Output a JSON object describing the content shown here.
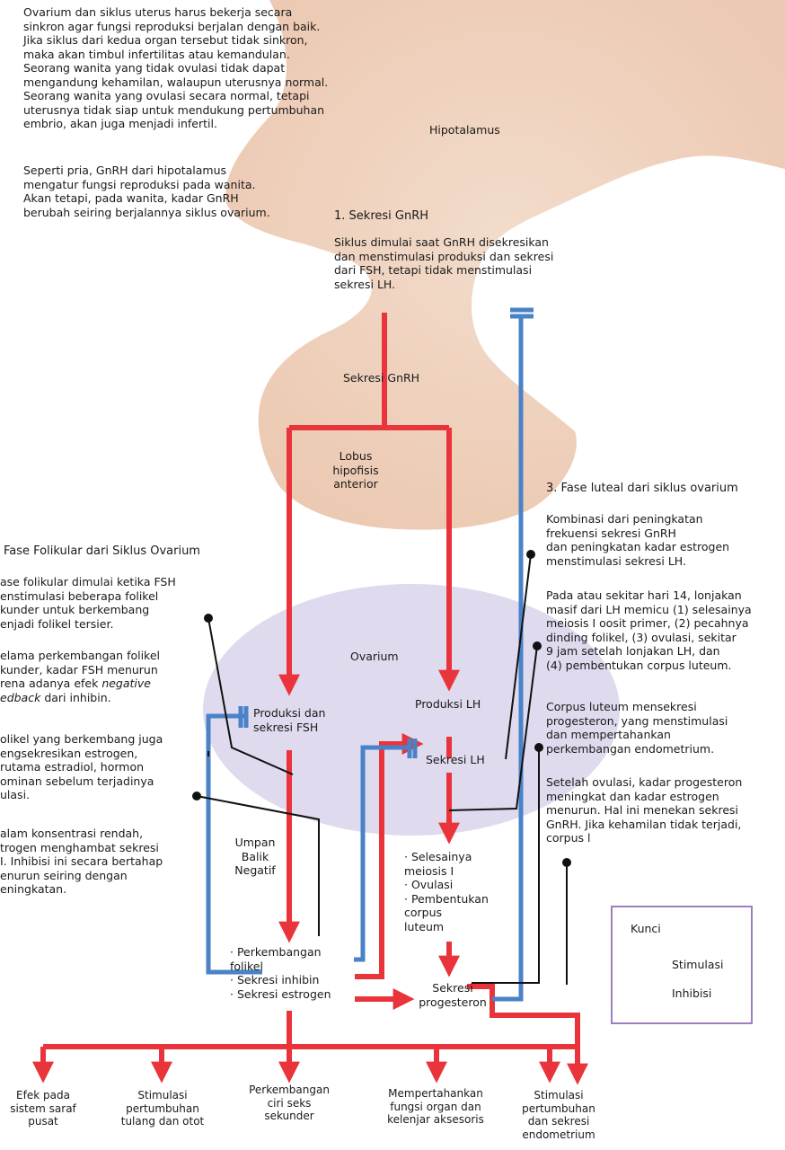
{
  "intro": {
    "paragraph1": "Ovarium dan siklus uterus harus bekerja secara\nsinkron agar fungsi reproduksi berjalan dengan baik.\nJika siklus dari kedua organ tersebut tidak sinkron,\nmaka akan timbul infertilitas atau kemandulan.\nSeorang wanita yang tidak ovulasi tidak dapat\nmengandung kehamilan, walaupun uterusnya normal.\nSeorang wanita yang ovulasi secara normal, tetapi\nuterusnya tidak siap untuk mendukung pertumbuhan\nembrio, akan juga menjadi infertil.",
    "paragraph2": "Seperti pria, GnRH dari hipotalamus\nmengatur fungsi reproduksi pada wanita.\nAkan tetapi, pada wanita, kadar GnRH\nberubah seiring berjalannya siklus ovarium."
  },
  "anatomy": {
    "hypothalamus": "Hipotalamus",
    "pituitary": "Lobus\nhipofisis\nanterior",
    "ovary": "Ovarium"
  },
  "step1": {
    "title": "1. Sekresi GnRH",
    "body": "Siklus dimulai saat GnRH disekresikan\ndan menstimulasi produksi dan sekresi\ndari FSH, tetapi tidak menstimulasi\nsekresi LH."
  },
  "step2": {
    "title": "Fase Folikular dari Siklus Ovarium",
    "p1": "ase folikular dimulai ketika FSH\nenstimulasi beberapa folikel\nkunder untuk berkembang\nenjadi folikel tersier.",
    "p2a": "elama perkembangan folikel\nkunder, kadar FSH menurun\nrena adanya efek ",
    "p2_italic": "negative\nedback",
    "p2b": " dari inhibin.",
    "p3": "olikel yang berkembang juga\nengsekresikan estrogen,\nrutama estradiol, hormon\nominan sebelum terjadinya\nulasi.",
    "p4": "alam konsentrasi rendah,\ntrogen menghambat sekresi\nI. Inhibisi ini secara bertahap\nenurun seiring dengan\neningkatan."
  },
  "step3": {
    "title": "3. Fase luteal dari siklus ovarium",
    "p1": "Kombinasi dari peningkatan\nfrekuensi sekresi GnRH\ndan peningkatan kadar estrogen\nmenstimulasi sekresi LH.",
    "p2": "Pada atau sekitar hari 14, lonjakan\nmasif dari LH memicu (1) selesainya\nmeiosis I oosit primer, (2) pecahnya\ndinding folikel, (3) ovulasi, sekitar\n9 jam setelah lonjakan LH, dan\n(4) pembentukan corpus luteum.",
    "p3": "Corpus luteum mensekresi\nprogesteron, yang menstimulasi\ndan mempertahankan\nperkembangan endometrium.",
    "p4": "Setelah ovulasi, kadar progesteron\nmeningkat dan kadar estrogen\nmenurun. Hal ini menekan sekresi\nGnRH. Jika kehamilan tidak terjadi,\ncorpus l"
  },
  "flow": {
    "gnrh_secretion": "Sekresi GnRH",
    "fsh": "Produksi dan\nsekresi FSH",
    "lh_production": "Produksi  LH",
    "lh_secretion": "Sekresi  LH",
    "negative_feedback": "Umpan\nBalik\nNegatif",
    "outcomes": "·  Selesainya\n    meiosis I\n·  Ovulasi\n·  Pembentukan\n    corpus\n    luteum",
    "follicle_items": "·  Perkembangan\n    folikel\n·  Sekresi inhibin\n·  Sekresi estrogen",
    "progesterone": "Sekresi\nprogesteron"
  },
  "effects": [
    "Efek pada\nsistem saraf\npusat",
    "Stimulasi\npertumbuhan\ntulang dan otot",
    "Perkembangan\nciri seks\nsekunder",
    "Mempertahankan\nfungsi organ dan\nkelenjar aksesoris",
    "Stimulasi\npertumbuhan\ndan sekresi\nendometrium"
  ],
  "key": {
    "title": "Kunci",
    "stimulation": "Stimulasi",
    "inhibition": "Inhibisi"
  },
  "colors": {
    "stimulation": "#e8343a",
    "inhibition": "#4a82c8",
    "tissue": "#f0d5c2",
    "ovary": "#dcd6ec"
  }
}
